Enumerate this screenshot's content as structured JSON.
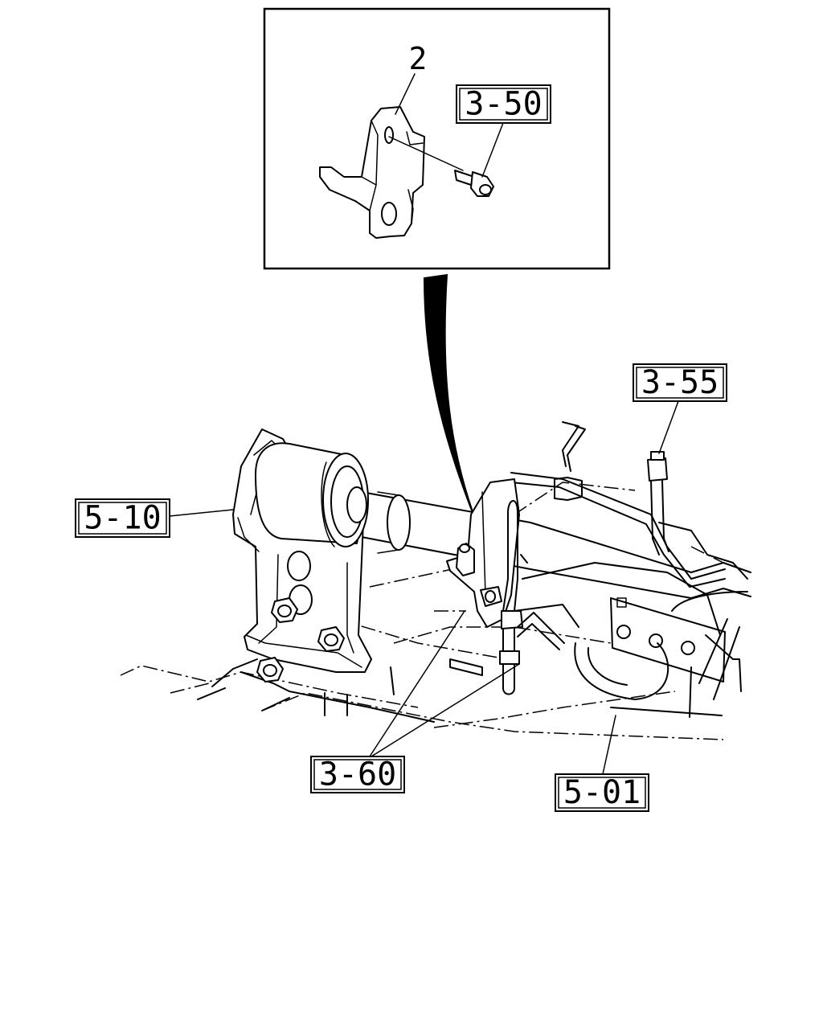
{
  "callouts": {
    "c350": "3-50",
    "c355": "3-55",
    "c510": "5-10",
    "c360": "3-60",
    "c501": "5-01"
  },
  "part_label": "2"
}
